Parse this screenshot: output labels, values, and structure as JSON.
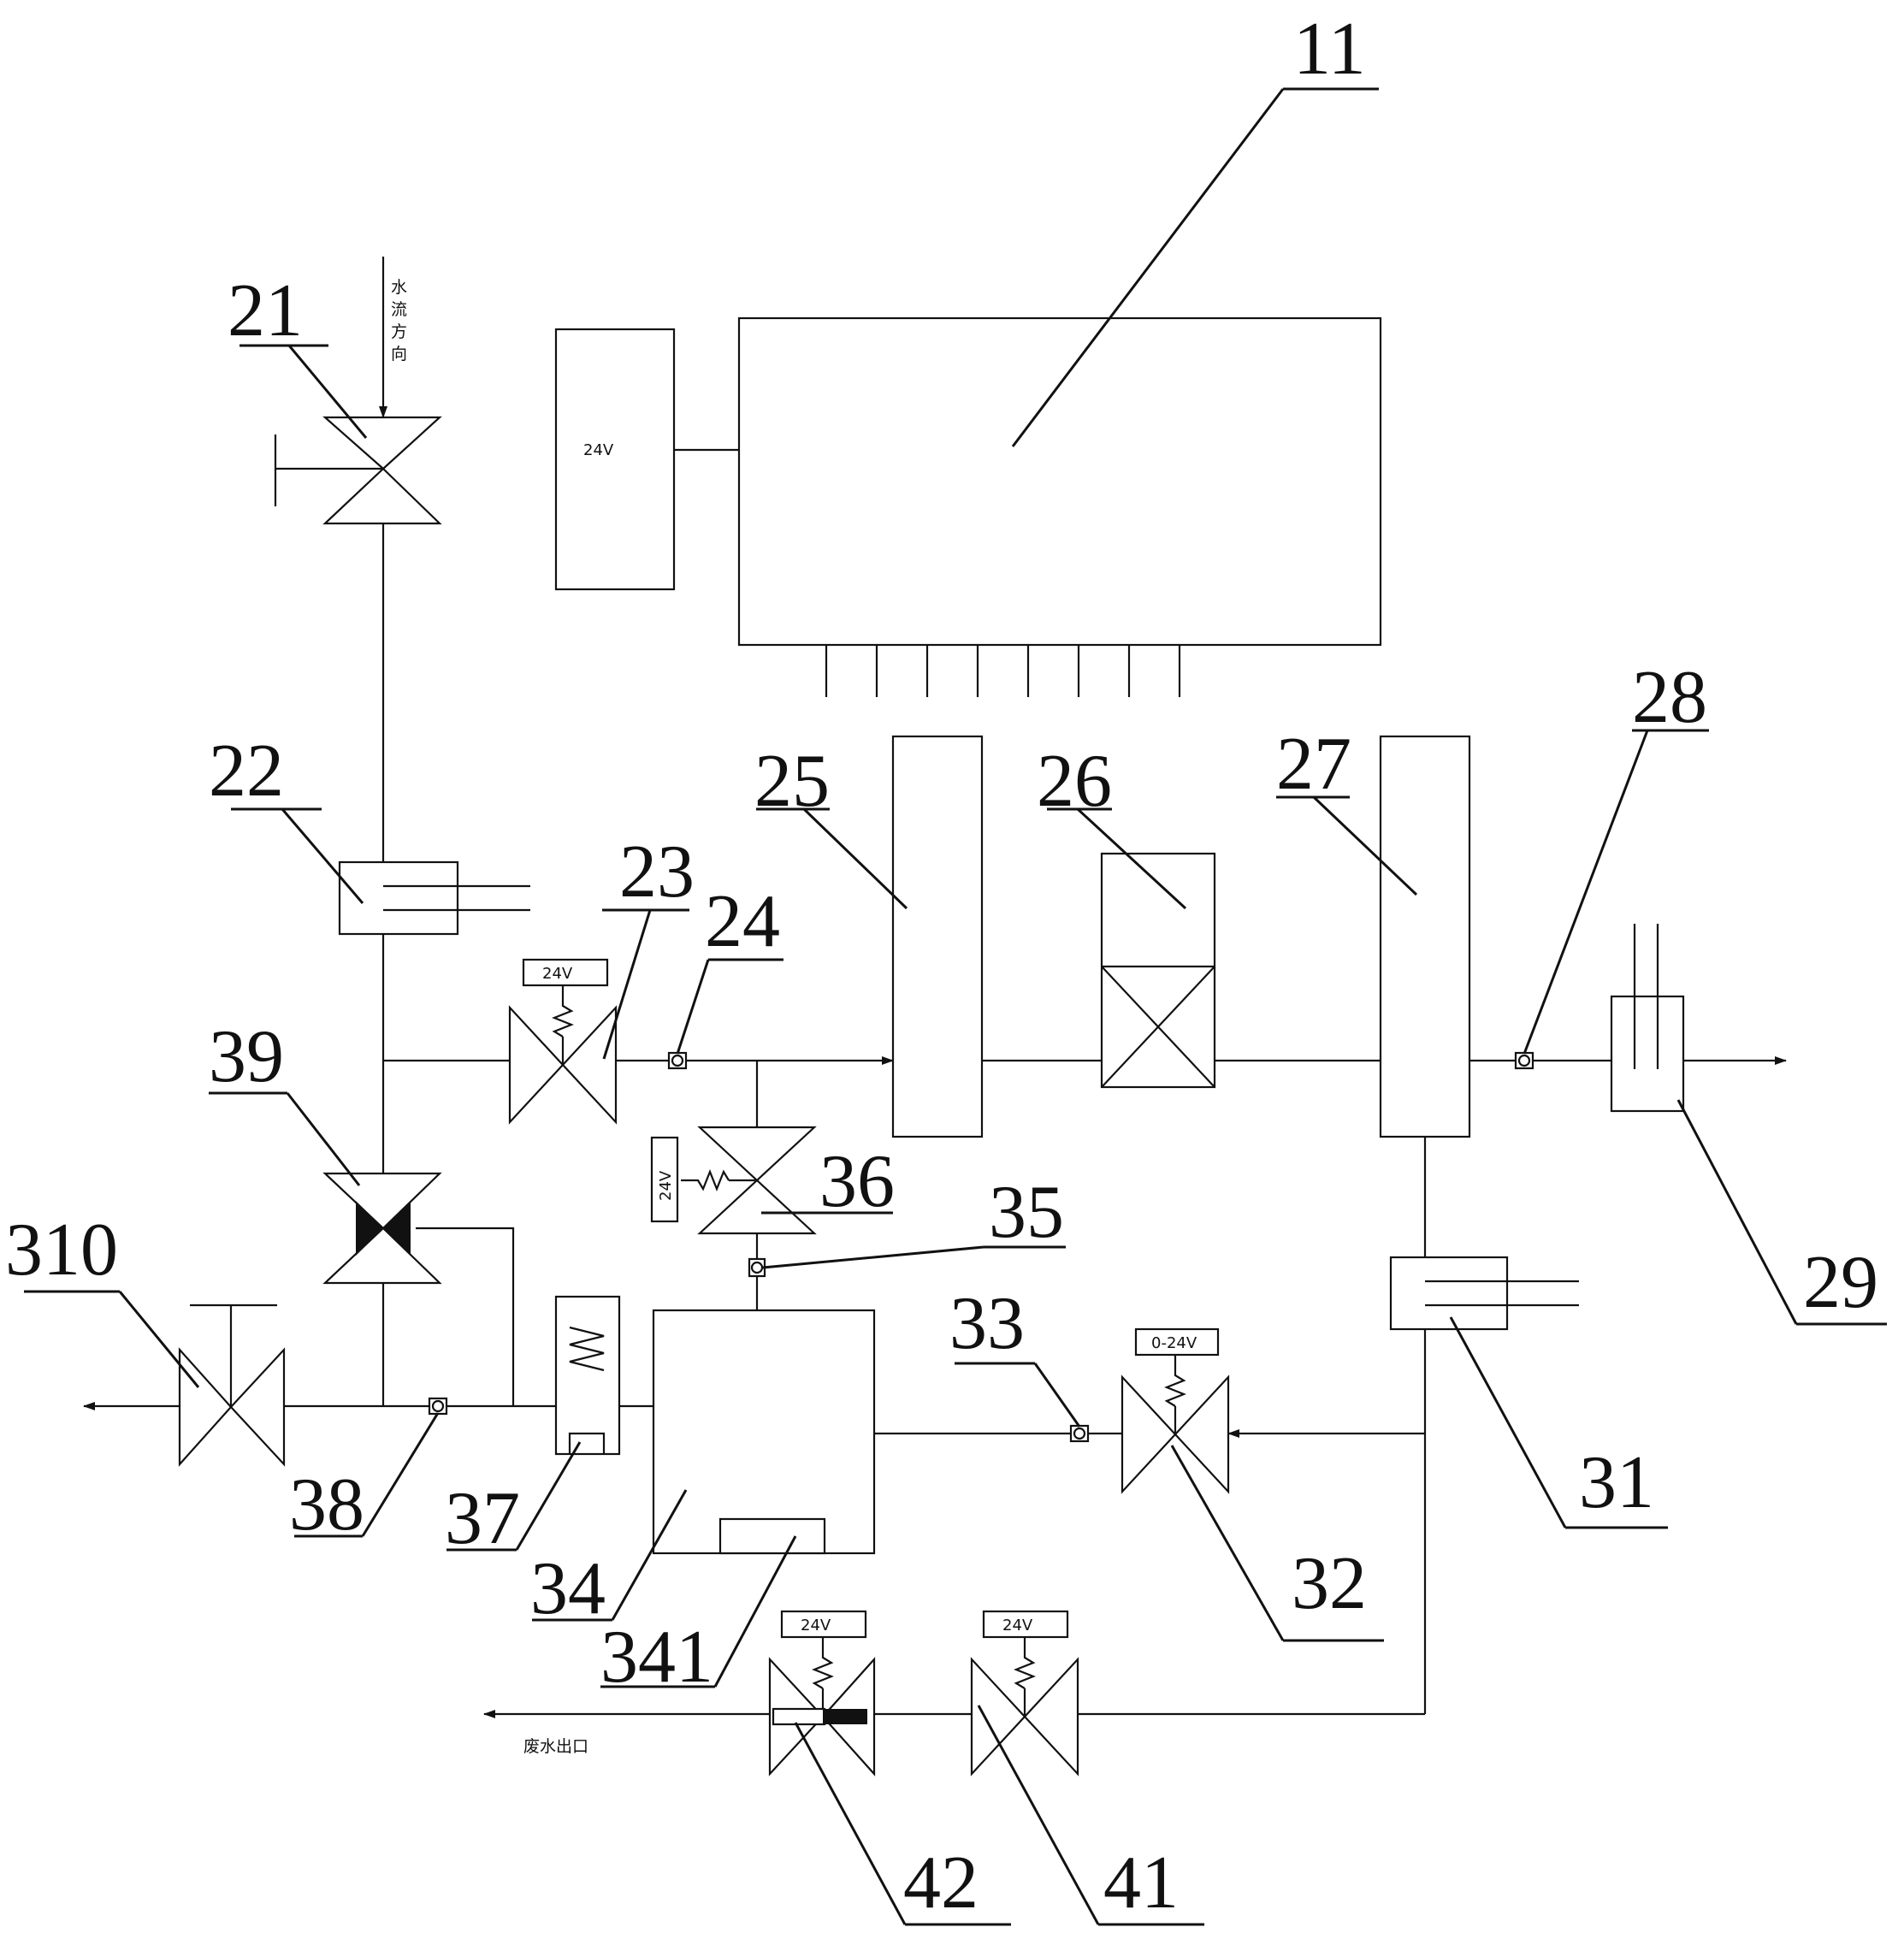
{
  "diagram": {
    "flow_direction_label": "水\n流\n方\n向",
    "power_supply_label": "24V",
    "waste_outlet_label": "废水出口",
    "valve_voltage_labels": {
      "v23": "24V",
      "v36": "24V",
      "v32": "0-24V",
      "v42": "24V",
      "v41": "24V"
    },
    "reference_numerals": {
      "n11": "11",
      "n21": "21",
      "n22": "22",
      "n23": "23",
      "n24": "24",
      "n25": "25",
      "n26": "26",
      "n27": "27",
      "n28": "28",
      "n29": "29",
      "n31": "31",
      "n32": "32",
      "n33": "33",
      "n34": "34",
      "n341": "341",
      "n35": "35",
      "n36": "36",
      "n37": "37",
      "n38": "38",
      "n39": "39",
      "n310": "310",
      "n41": "41",
      "n42": "42"
    }
  }
}
